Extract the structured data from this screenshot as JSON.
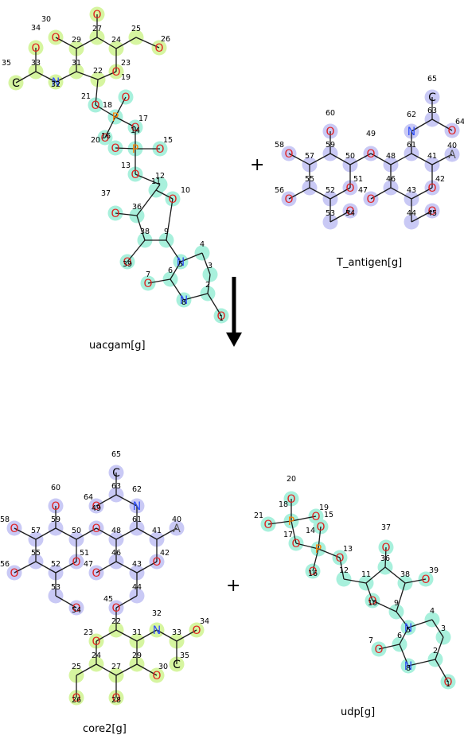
{
  "reaction": {
    "reactants": [
      {
        "id": "uacgam",
        "label": "uacgam[g]"
      },
      {
        "id": "T_antigen",
        "label": "T_antigen[g]"
      }
    ],
    "products": [
      {
        "id": "core2",
        "label": "core2[g]"
      },
      {
        "id": "udp",
        "label": "udp[g]"
      }
    ],
    "plus_symbol": "+",
    "arrow": "reaction-arrow"
  },
  "colors": {
    "green_highlight": "#d6f5a0",
    "cyan_highlight": "#a8f0dc",
    "blue_highlight": "#c9c9f5",
    "oxygen": "#e02020",
    "nitrogen": "#3050f8",
    "phosphorus": "#ff8000",
    "bond": "#1a1a1a"
  }
}
